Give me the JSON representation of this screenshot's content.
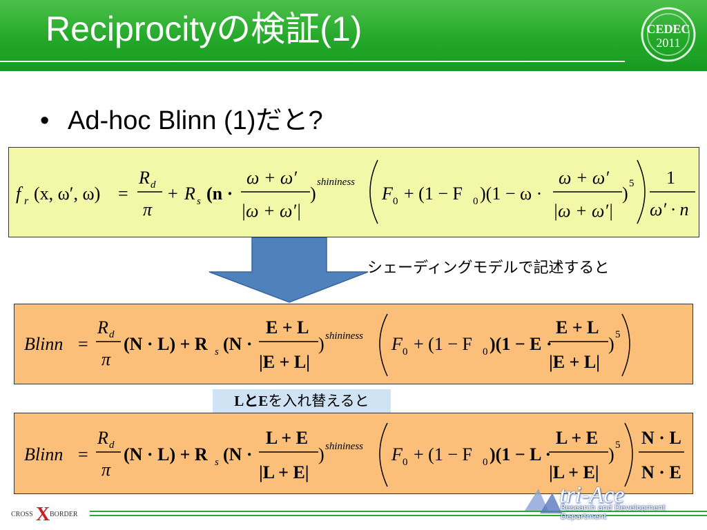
{
  "slide": {
    "title": "Reciprocityの検証(1)",
    "bullet": "Ad-hoc Blinn (1)だと?",
    "note_shading": "シェーディングモデルで記述すると",
    "note_swap_bold": "LとE",
    "note_swap_rest": "を入れ替えると"
  },
  "logo": {
    "line1": "CEDEC",
    "line2": "2011"
  },
  "footer": {
    "brand_left_1": "CROSS",
    "brand_left_x": "X",
    "brand_left_2": "BORDER",
    "brand_right_name": "tri-Ace",
    "brand_right_dept": "Research and Development Department"
  },
  "equation1": {
    "lhs_f": "f",
    "lhs_sub": "r",
    "lhs_args": "(x, ω′, ω)",
    "eq": "=",
    "Rd": "R",
    "Rd_sub": "d",
    "pi": "π",
    "plus": "+",
    "Rs": "R",
    "Rs_sub": "s",
    "dot_n": "(n ·",
    "frac_num": "ω + ω′",
    "frac_den": "|ω + ω′|",
    "close_paren": ")",
    "exponent": "shininess",
    "fresnel_F0": "F",
    "fresnel_sub": "0",
    "fresnel_mid": "+ (1 − F",
    "fresnel_mid2": ")(1 − ω ·",
    "power5": "5",
    "last_num": "1",
    "last_den": "ω′ · n"
  },
  "equation2": {
    "lhs": "Blinn",
    "eq": "=",
    "Rd": "R",
    "Rd_sub": "d",
    "pi": "π",
    "nl": "(N · L) + R",
    "Rs_sub": "s",
    "dot_n": "(N ·",
    "frac_num": "E + L",
    "frac_den": "|E + L|",
    "exponent": "shininess",
    "fresnel_F0": "F",
    "fresnel_sub": "0",
    "fresnel_mid": "+ (1 − F",
    "fresnel_mid2": ")(1 − E ·",
    "power5": "5"
  },
  "equation3": {
    "lhs": "Blinn",
    "eq": "=",
    "Rd": "R",
    "Rd_sub": "d",
    "pi": "π",
    "nl": "(N · L) + R",
    "Rs_sub": "s",
    "dot_n": "(N ·",
    "frac_num": "L + E",
    "frac_den": "|L + E|",
    "exponent": "shininess",
    "fresnel_F0": "F",
    "fresnel_sub": "0",
    "fresnel_mid": "+ (1 − F",
    "fresnel_mid2": ")(1 − L ·",
    "power5": "5",
    "last_num": "N · L",
    "last_den": "N · E"
  },
  "colors": {
    "header_green": "#24a82a",
    "box1_yellow": "#f3f7a8",
    "box_orange": "#fbbf7a",
    "arrow_blue": "#4f81bd",
    "note_blue": "#cfe3f5"
  }
}
